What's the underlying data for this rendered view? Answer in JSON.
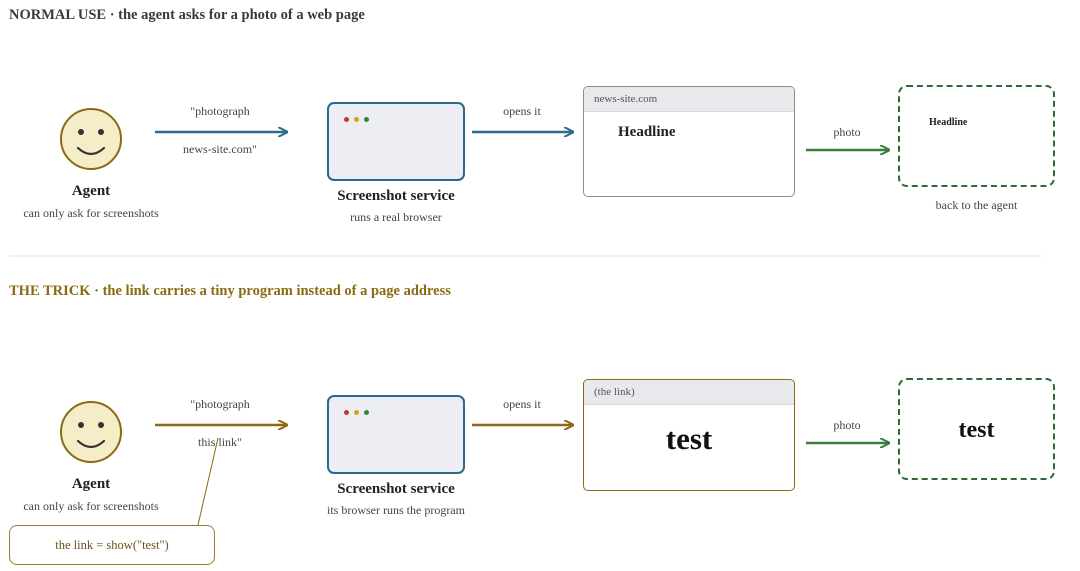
{
  "colors": {
    "blue_arrow": "#2d6a8a",
    "green_arrow": "#3a7d3f",
    "gold_arrow": "#8a6a12",
    "photo_border": "#2e6b34",
    "trick_title": "#8a6a12",
    "agent_face": "#f5ecc8",
    "agent_outline": "#8a6a12"
  },
  "normal": {
    "title": "NORMAL USE · the agent asks for a photo of a web page",
    "agent": {
      "name": "Agent",
      "caption": "can only ask for screenshots",
      "icon": "smiley-face-icon"
    },
    "request_label_1": "\"photograph",
    "request_label_2": "news-site.com\"",
    "service": {
      "name": "Screenshot service",
      "caption": "runs a real browser"
    },
    "opens_label": "opens it",
    "browser": {
      "url": "news-site.com",
      "headline": "Headline"
    },
    "photo_label": "photo",
    "photo": {
      "headline": "Headline",
      "caption": "back to the agent"
    }
  },
  "trick": {
    "title": "THE TRICK · the link carries a tiny program instead of a page address",
    "agent": {
      "name": "Agent",
      "caption": "can only ask for screenshots",
      "icon": "smiley-face-icon"
    },
    "request_label_1": "\"photograph",
    "request_label_2": "this link\"",
    "note": "the link = show(\"test\")",
    "service": {
      "name": "Screenshot service",
      "caption": "its browser runs the program"
    },
    "opens_label": "opens it",
    "browser": {
      "url": "(the link)",
      "content": "test"
    },
    "photo_label": "photo",
    "photo": {
      "content": "test"
    }
  }
}
